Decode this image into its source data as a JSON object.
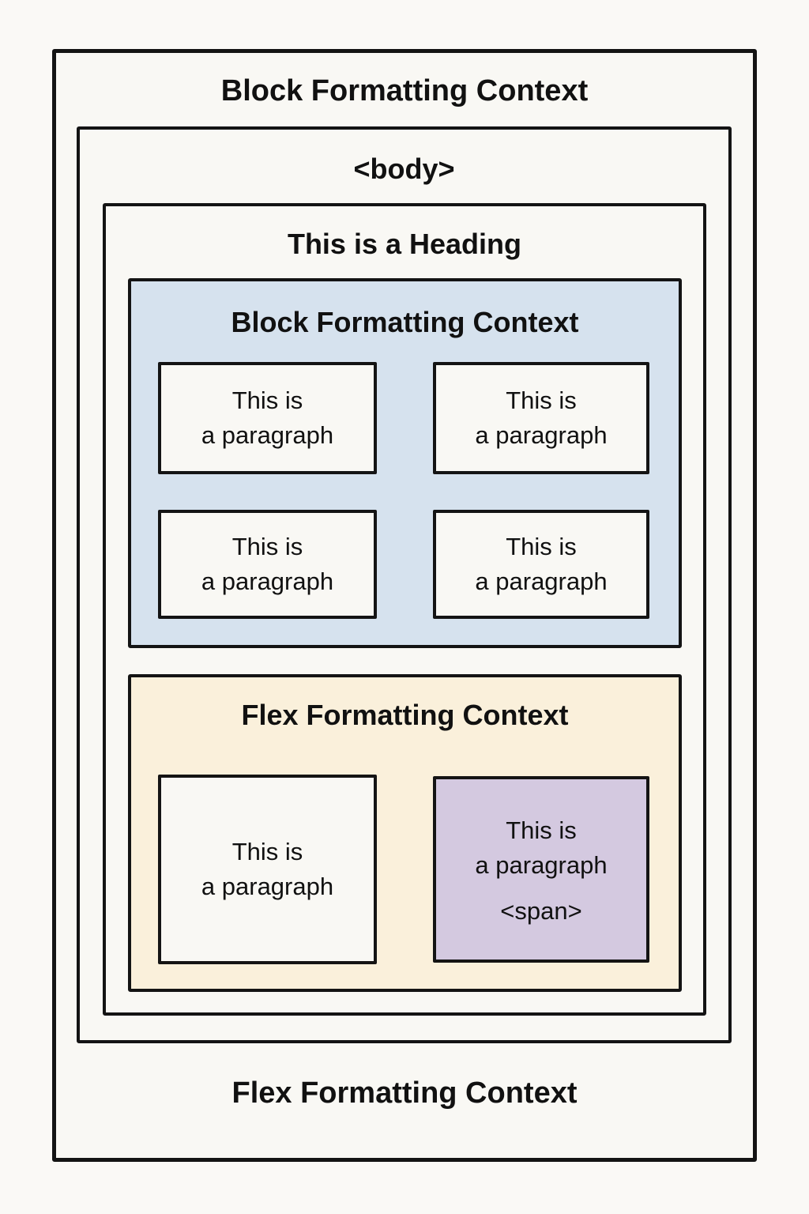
{
  "colors": {
    "page_bg": "#FAF9F6",
    "box_bg": "#F9F8F4",
    "border": "#141414",
    "bfc_bg": "#D6E2EE",
    "ffc_bg": "#FAF0DB",
    "span_bg": "#D4C9E0",
    "ink": "#111111"
  },
  "outer_bfc": {
    "label": "Block Formatting Context",
    "bottom_label": "Flex Formatting Context",
    "body": {
      "label": "<body>",
      "heading_block": {
        "label": "This is a Heading",
        "inner_bfc": {
          "label": "Block Formatting Context",
          "paragraphs": [
            {
              "line1": "This is",
              "line2": "a paragraph"
            },
            {
              "line1": "This is",
              "line2": "a paragraph"
            },
            {
              "line1": "This is",
              "line2": "a paragraph"
            },
            {
              "line1": "This is",
              "line2": "a paragraph"
            }
          ]
        },
        "inner_ffc": {
          "label": "Flex Formatting Context",
          "paragraph": {
            "line1": "This is",
            "line2": "a paragraph"
          },
          "span_paragraph": {
            "line1": "This is",
            "line2": "a paragraph",
            "span": "<span>"
          }
        }
      }
    }
  }
}
